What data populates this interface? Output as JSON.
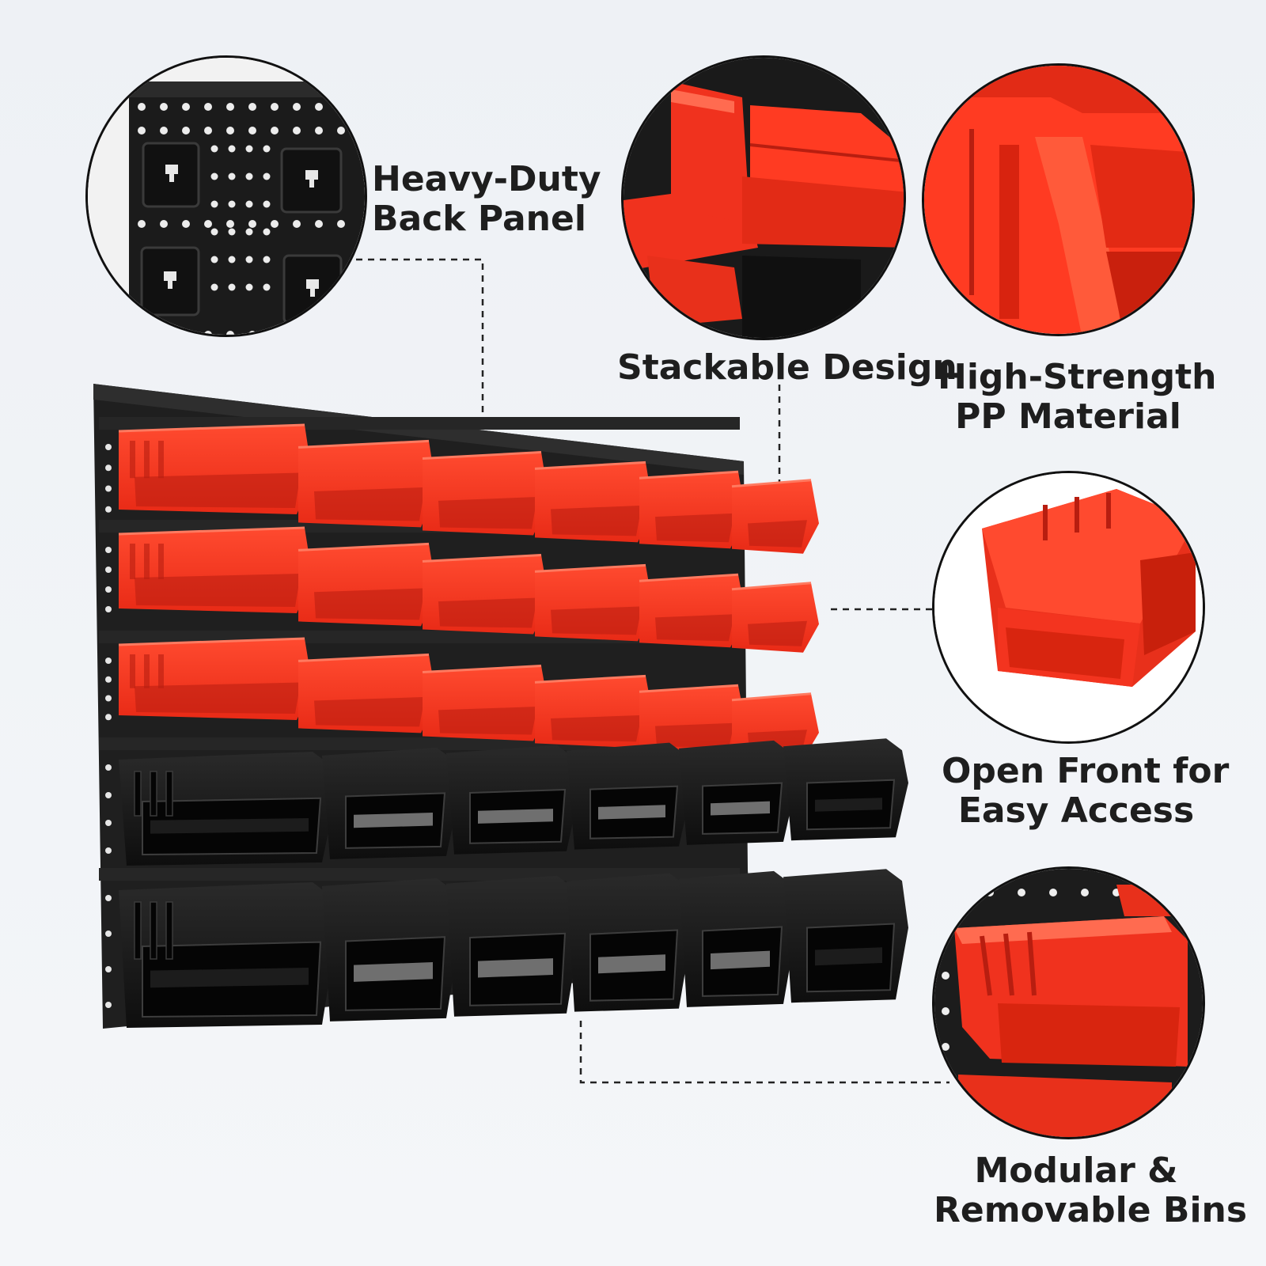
{
  "labels": {
    "back_panel": {
      "line1": "Heavy-Duty",
      "line2": "Back Panel"
    },
    "stackable": {
      "line1": "Stackable Design"
    },
    "material": {
      "line1": "High-Strength",
      "line2": "PP Material"
    },
    "open_front": {
      "line1": "Open Front for",
      "line2": "Easy Access"
    },
    "modular": {
      "line1": "Modular &",
      "line2": "Removable Bins"
    }
  },
  "product": {
    "red_rows": 3,
    "black_rows": 2,
    "bins_per_row": 6
  },
  "colors": {
    "bin_red": "#f0321e",
    "bin_red_dark": "#b81e10",
    "panel_black": "#1c1c1c",
    "bin_black": "#161616",
    "background": "#eef1f5"
  }
}
